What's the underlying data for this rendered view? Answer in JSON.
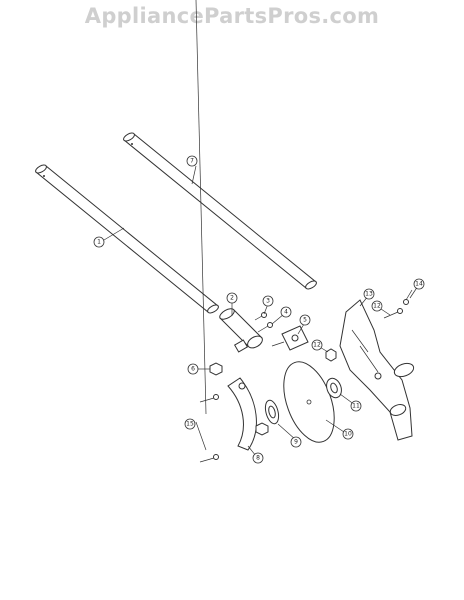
{
  "watermark": "AppliancePartsPros.com",
  "callouts": [
    {
      "id": "c1",
      "label": "1"
    },
    {
      "id": "c2",
      "label": "2"
    },
    {
      "id": "c3",
      "label": "3"
    },
    {
      "id": "c4",
      "label": "4"
    },
    {
      "id": "c5",
      "label": "5"
    },
    {
      "id": "c6",
      "label": "6"
    },
    {
      "id": "c7",
      "label": "7"
    },
    {
      "id": "c8",
      "label": "8"
    },
    {
      "id": "c9",
      "label": "9"
    },
    {
      "id": "c10",
      "label": "10"
    },
    {
      "id": "c11",
      "label": "11"
    },
    {
      "id": "c12a",
      "label": "12"
    },
    {
      "id": "c12b",
      "label": "12"
    },
    {
      "id": "c13",
      "label": "13"
    },
    {
      "id": "c14",
      "label": "14"
    },
    {
      "id": "c15",
      "label": "15"
    }
  ]
}
